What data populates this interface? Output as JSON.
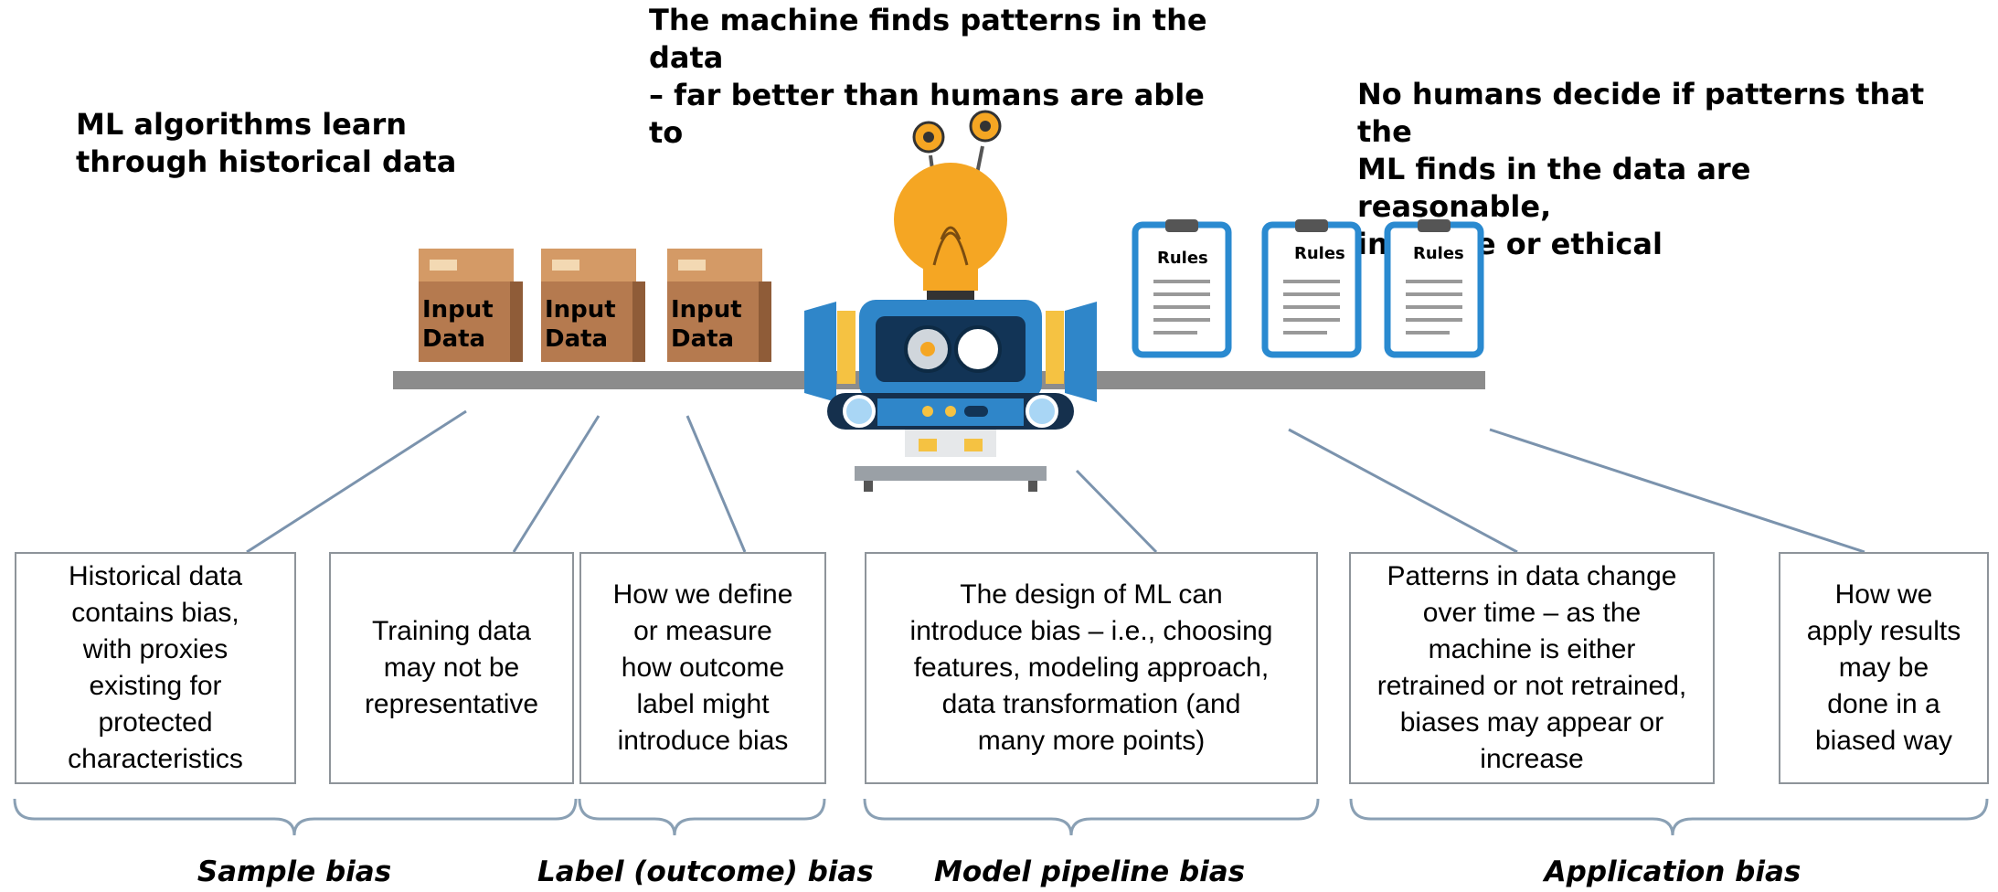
{
  "headings": {
    "center": "The machine finds patterns in the data\n– far better than humans are able to",
    "left": "ML algorithms learn\nthrough historical data",
    "right": "No humans decide if patterns that the\nML finds in the data are reasonable,\nintuitive or ethical"
  },
  "illustration": {
    "input_box_line1": "Input",
    "input_box_line2": "Data",
    "clipboard_label": "Rules"
  },
  "boxes": [
    {
      "text": "Historical data\ncontains bias,\nwith proxies\nexisting for\nprotected\ncharacteristics"
    },
    {
      "text": "Training data\nmay not be\nrepresentative"
    },
    {
      "text": "How we define\nor measure\nhow outcome\nlabel might\nintroduce bias"
    },
    {
      "text": "The design of ML can\nintroduce bias – i.e., choosing\nfeatures, modeling approach,\ndata transformation (and\nmany more points)"
    },
    {
      "text": "Patterns in data change\nover time – as the\nmachine is either\nretrained or not retrained,\nbiases may appear or\nincrease"
    },
    {
      "text": "How we\napply results\nmay be\ndone in a\nbiased way"
    }
  ],
  "bias_labels": [
    {
      "text": "Sample bias"
    },
    {
      "text": "Label (outcome) bias"
    },
    {
      "text": "Model pipeline bias"
    },
    {
      "text": "Application bias"
    }
  ],
  "colors": {
    "box_border": "#8e949a",
    "connector": "#7b93ad",
    "bracket": "#8aa0b4",
    "belt": "#8c8c8c",
    "cardboard": "#b57a4f",
    "robot_blue": "#2f86c9",
    "bulb": "#f5a623",
    "clipboard": "#2a8ad0"
  }
}
